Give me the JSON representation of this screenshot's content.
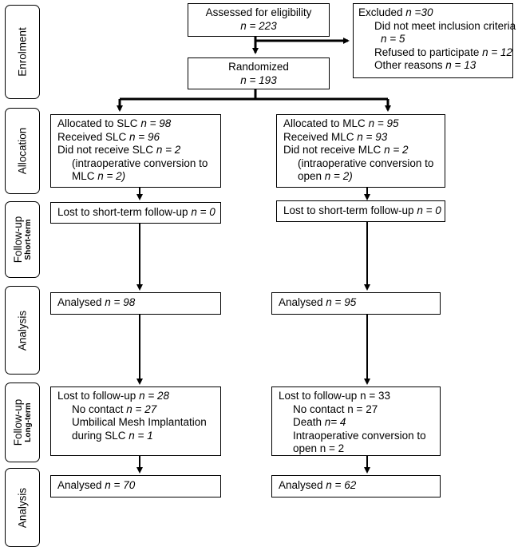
{
  "side_labels": {
    "enrolment": "Enrolment",
    "allocation": "Allocation",
    "followup_short": "Follow-up",
    "followup_short_sub": "Short-term",
    "analysis_1": "Analysis",
    "followup_long": "Follow-up",
    "followup_long_sub": "Long-term",
    "analysis_2": "Analysis"
  },
  "assessed": {
    "label": "Assessed for eligibility",
    "n": "n = 223"
  },
  "excluded": {
    "label": "Excluded ",
    "n": "n =30",
    "r1": "Did not meet inclusion criteria",
    "r1_n": "n = 5",
    "r2": "Refused to participate ",
    "r2_n": "n = 12",
    "r3": "Other reasons ",
    "r3_n": "n = 13"
  },
  "randomized": {
    "label": "Randomized",
    "n": "n = 193"
  },
  "slc": {
    "alloc": {
      "l1": "Allocated to SLC ",
      "l1_n": "n = 98",
      "l2": "Received SLC ",
      "l2_n": "n = 96",
      "l3": "Did not receive SLC ",
      "l3_n": "n = 2",
      "l4": "(intraoperative conversion to",
      "l5": "MLC ",
      "l5_n": "n = 2)"
    },
    "short": {
      "label": "Lost to short-term follow-up ",
      "n": "n = 0"
    },
    "analysed1": {
      "label": "Analysed ",
      "n": "n = 98"
    },
    "lost": {
      "l1": "Lost to follow-up ",
      "l1_n": "n = 28",
      "l2": "No contact ",
      "l2_n": "n = 27",
      "l3": "Umbilical Mesh Implantation",
      "l4": "during SLC ",
      "l4_n": "n = 1"
    },
    "analysed2": {
      "label": "Analysed ",
      "n": "n = 70"
    }
  },
  "mlc": {
    "alloc": {
      "l1": "Allocated to MLC ",
      "l1_n": "n = 95",
      "l2": "Received MLC ",
      "l2_n": "n = 93",
      "l3": "Did not receive MLC ",
      "l3_n": "n = 2",
      "l4": "(intraoperative conversion to",
      "l5": "open ",
      "l5_n": "n = 2)"
    },
    "short": {
      "label": "Lost to short-term follow-up ",
      "n": "n = 0"
    },
    "analysed1": {
      "label": "Analysed ",
      "n": "n = 95"
    },
    "lost": {
      "l1": "Lost to follow-up ",
      "l1_n": "n = 33",
      "l2": "No contact ",
      "l2_n": "n = 27",
      "l3": "Death ",
      "l3_n": "n= 4",
      "l4": "Intraoperative conversion to",
      "l5": "open n = 2"
    },
    "analysed2": {
      "label": "Analysed ",
      "n": "n = 62"
    }
  }
}
